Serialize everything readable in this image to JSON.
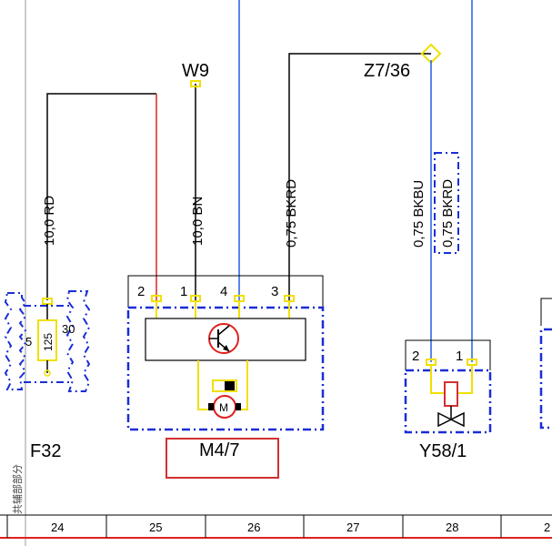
{
  "connectors": {
    "w9": "W9",
    "z7": "Z7/36"
  },
  "wires": {
    "w1": "10,0 RD",
    "w2": "10,0 BN",
    "w3": "0,75 BKRD",
    "w4": "0,75 BKBU",
    "w5": "0,75 BKRD"
  },
  "fuse": {
    "label": "F32",
    "value": "125",
    "pin_in": "30",
    "pin_side": "5"
  },
  "motor": {
    "label": "M4/7",
    "pins": [
      "2",
      "1",
      "4",
      "3"
    ],
    "symbol": "M"
  },
  "valve": {
    "label": "Y58/1",
    "pins": [
      "2",
      "1"
    ]
  },
  "side_note": "共辅部部分",
  "grid": [
    "24",
    "25",
    "26",
    "27",
    "28",
    "2"
  ],
  "colors": {
    "red": "#e02020",
    "blue": "#2060e0",
    "dash_blue": "#1a2ed6",
    "yellow": "#f0e000",
    "box_red": "#d23030"
  }
}
